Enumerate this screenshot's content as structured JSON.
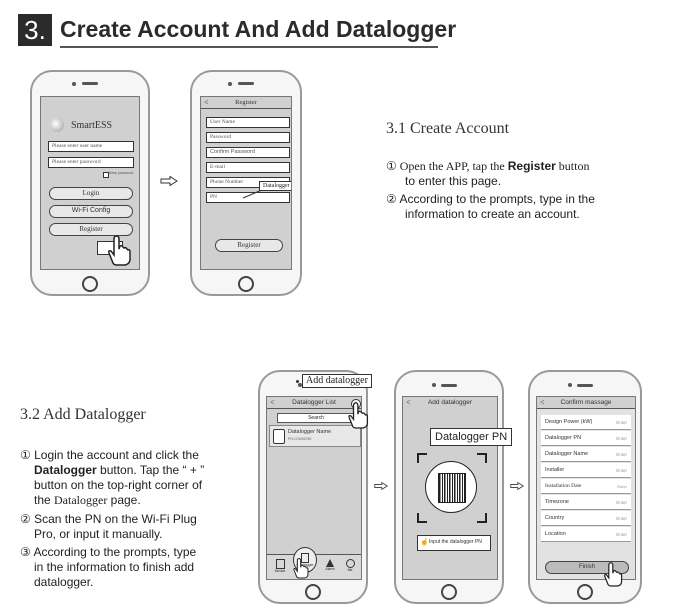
{
  "header": {
    "number": "3.",
    "title": "Create Account And Add Datalogger"
  },
  "section1": {
    "heading": "3.1 Create Account",
    "step1_marker": "①",
    "step1_pre": " Open the APP, tap the ",
    "step1_bold": "Register",
    "step1_post": " button",
    "step1_line2": "to enter this page.",
    "step2_marker": "②",
    "step2_line1": " According to the prompts, type in the",
    "step2_line2": "information to create an account."
  },
  "phone1": {
    "app_name": "SmartESS",
    "user_placeholder": "Please enter user name",
    "password_placeholder": "Please enter password",
    "keep_password": "Keep password",
    "login": "Login",
    "wifi_config": "Wi-Fi Config",
    "register": "Register"
  },
  "phone2": {
    "title": "Register",
    "back": "<",
    "fields": [
      "User Name",
      "Password",
      "Confirm Password",
      "E-mail",
      "Phone Number",
      "PN"
    ],
    "callout": "Datalogger PN",
    "register_button": "Register"
  },
  "section2": {
    "heading": "3.2 Add Datalogger",
    "s1_marker": "①",
    "s1_line1": " Login the account and click the",
    "s1_bold": "Datalogger",
    "s1_line2_post": " button. Tap the “ + ”",
    "s1_line3": "button on the top-right corner of",
    "s1_line4_pre": "the ",
    "s1_line4_serif": "Datalogger",
    "s1_line4_post": " page.",
    "s2_marker": "②",
    "s2_line1": " Scan the PN on the Wi-Fi Plug",
    "s2_line2": "Pro, or input it manually.",
    "s3_marker": "③",
    "s3_line1": " According to the prompts, type",
    "s3_line2": "in the information to finish add",
    "s3_line3": "datalogger."
  },
  "phone3": {
    "callout": "Add datalogger",
    "title": "Datalogger List",
    "back": "<",
    "search": "Search",
    "item_name": "Datalogger Name",
    "item_pn": "PN:123456789",
    "tabs": [
      "Device",
      "Datalogger",
      "Alarm",
      "Me"
    ]
  },
  "phone4": {
    "title": "Add datalogger",
    "back": "<",
    "callout": "Datalogger PN",
    "input_label": "Input the datalogger PN"
  },
  "phone5": {
    "title": "Confirm massage",
    "back": "<",
    "rows": [
      "Design Power (kW)",
      "Datalogger PN",
      "Datalogger Name",
      "Installer",
      "Installation Date",
      "Timezone",
      "Country",
      "Location"
    ],
    "enter": "Enter",
    "finish": "Finish"
  }
}
